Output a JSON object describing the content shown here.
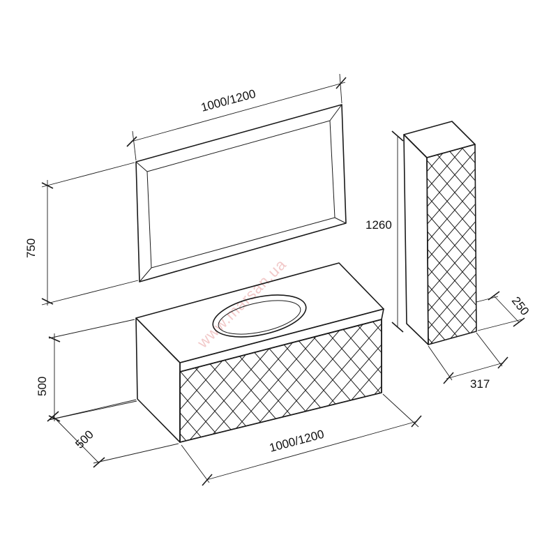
{
  "dimensions": {
    "mirror_width": "1000/1200",
    "mirror_height": "750",
    "cabinet_height": "1260",
    "cabinet_depth": "250",
    "cabinet_width": "317",
    "vanity_height": "500",
    "vanity_depth": "500",
    "vanity_width": "1000/1200"
  },
  "watermark": "www.marsan.ua",
  "colors": {
    "line": "#1a1a1a",
    "watermark": "#f2c9c9",
    "background": "#ffffff"
  }
}
